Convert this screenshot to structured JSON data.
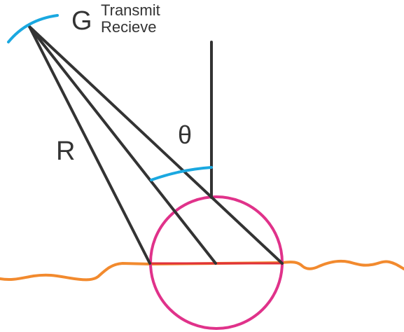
{
  "labels": {
    "gain": "G",
    "transmit": "Transmit",
    "receive": "Recieve",
    "range": "R",
    "angle": "θ"
  },
  "colors": {
    "ray": "#333333",
    "antenna_arc": "#1aa8e0",
    "angle_arc": "#1aa8e0",
    "circle": "#e0328a",
    "chord": "#e0323a",
    "ground": "#f28a2e",
    "text": "#333333"
  }
}
